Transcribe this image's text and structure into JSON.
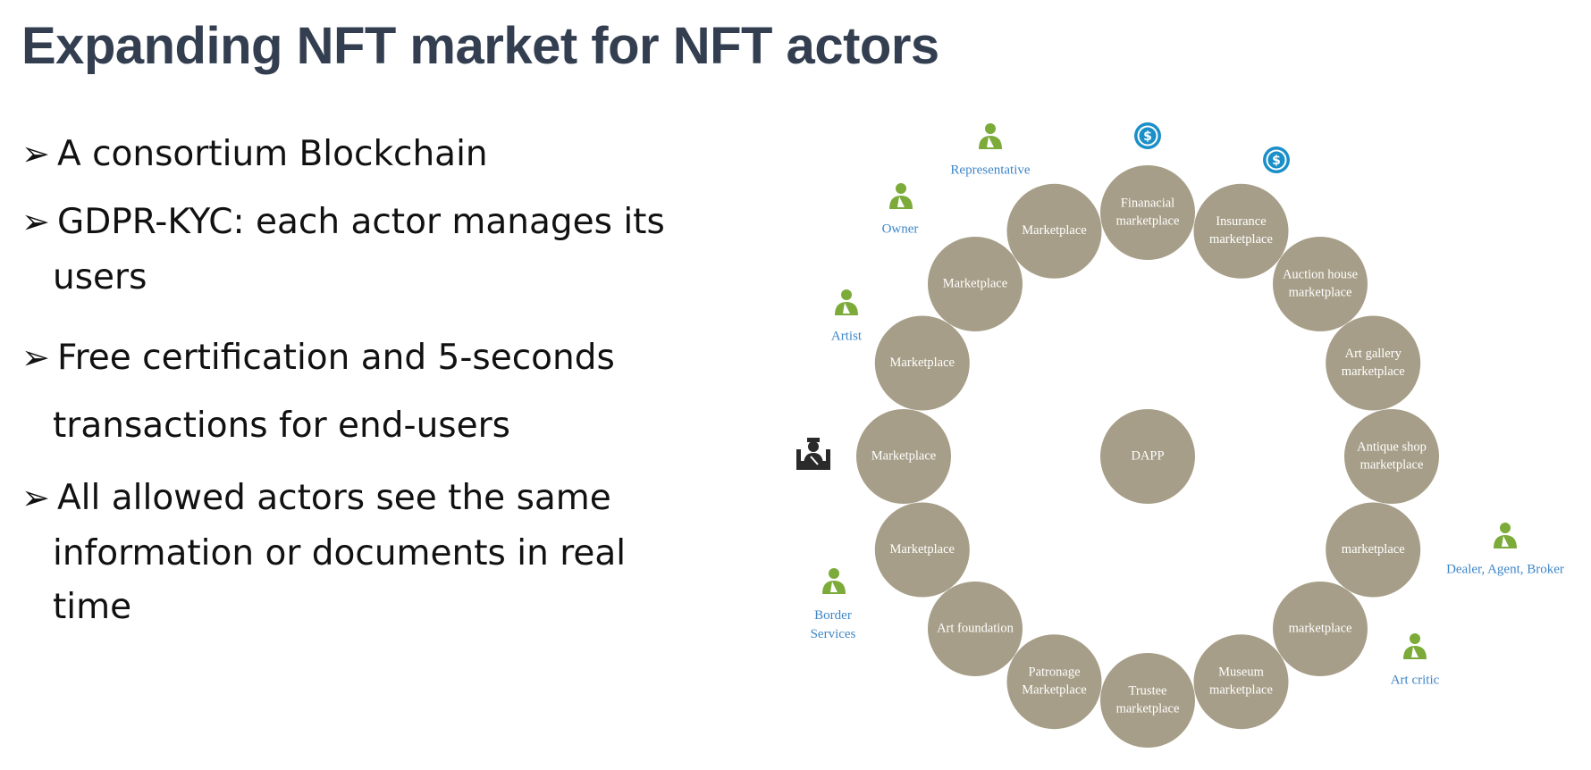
{
  "slide": {
    "title": "Expanding NFT market for NFT actors",
    "bullets": [
      {
        "lines": [
          "A consortium Blockchain"
        ]
      },
      {
        "lines": [
          "GDPR-KYC: each actor manages its",
          "users"
        ]
      },
      {
        "lines": [
          "Free certification and 5-seconds",
          "transactions for end-users"
        ]
      },
      {
        "lines": [
          "All allowed actors see the same",
          "information or documents in real",
          "time"
        ]
      }
    ]
  },
  "diagram": {
    "colors": {
      "node": "#a69e88",
      "actor_icon": "#7cab3a",
      "actor_label": "#3f86c7",
      "coin": "#1b8fc8",
      "title": "#333f50"
    },
    "center": {
      "label": "DAPP"
    },
    "nodes": [
      {
        "label": [
          "Finanacial",
          "marketplace"
        ]
      },
      {
        "label": [
          "Insurance",
          "marketplace"
        ]
      },
      {
        "label": [
          "Auction house",
          "marketplace"
        ]
      },
      {
        "label": [
          "Art gallery",
          "marketplace"
        ]
      },
      {
        "label": [
          "Antique shop",
          "marketplace"
        ]
      },
      {
        "label": [
          "marketplace"
        ]
      },
      {
        "label": [
          "marketplace"
        ]
      },
      {
        "label": [
          "Museum",
          "marketplace"
        ]
      },
      {
        "label": [
          "Trustee",
          "marketplace"
        ]
      },
      {
        "label": [
          "Patronage",
          "Marketplace"
        ]
      },
      {
        "label": [
          "Art foundation"
        ]
      },
      {
        "label": [
          "Marketplace"
        ]
      },
      {
        "label": [
          "Marketplace"
        ]
      },
      {
        "label": [
          "Marketplace"
        ]
      },
      {
        "label": [
          "Marketplace"
        ]
      },
      {
        "label": [
          "Marketplace"
        ]
      }
    ],
    "actors": [
      {
        "label": [
          "Representative"
        ],
        "icon": "person-icon"
      },
      {
        "label": [
          "Owner"
        ],
        "icon": "person-icon"
      },
      {
        "label": [
          "Artist"
        ],
        "icon": "person-icon"
      },
      {
        "label": [
          "Border",
          "Services"
        ],
        "icon": "person-icon"
      },
      {
        "label": [
          "Dealer, Agent, Broker"
        ],
        "icon": "person-icon"
      },
      {
        "label": [
          "Art critic"
        ],
        "icon": "person-icon"
      }
    ],
    "coins": [
      {
        "icon": "dollar-coin-icon"
      },
      {
        "icon": "dollar-coin-icon"
      }
    ],
    "officer": {
      "icon": "officer-desk-icon"
    }
  }
}
